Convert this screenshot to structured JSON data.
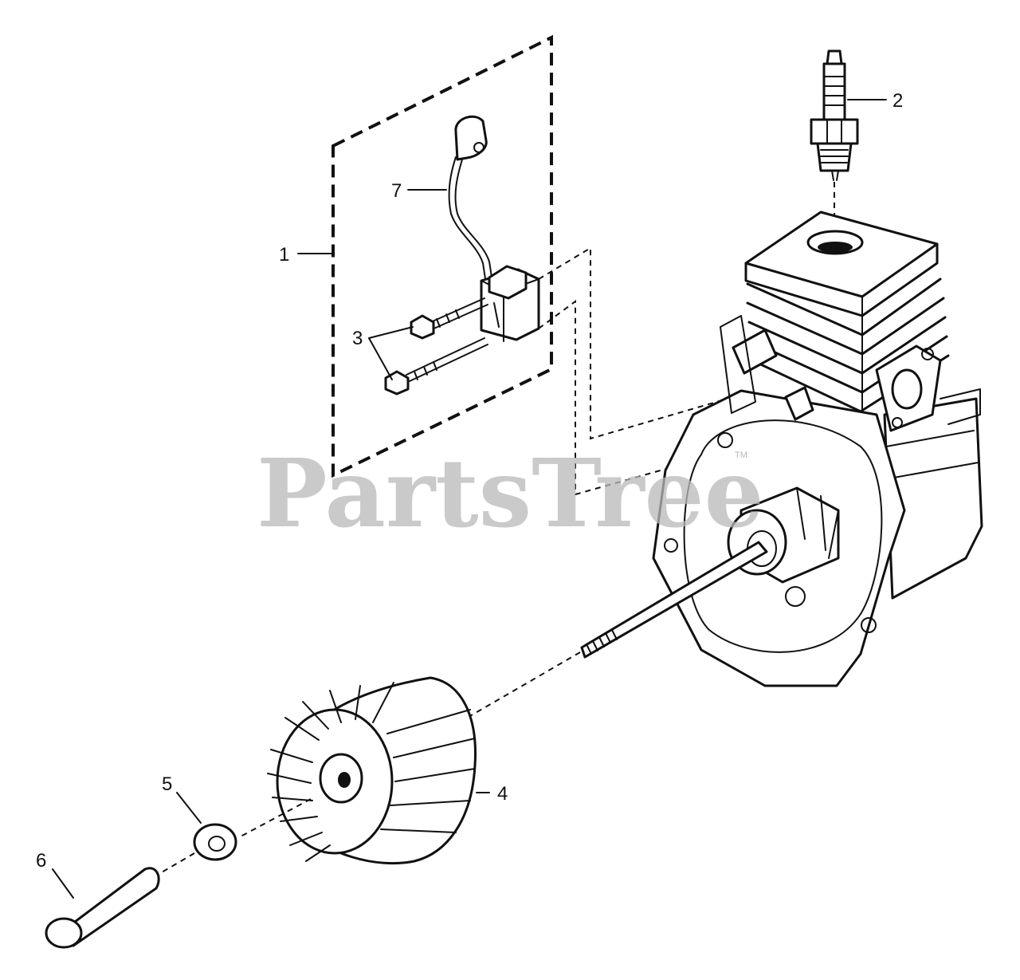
{
  "callouts": [
    {
      "number": "1",
      "part": "ignition-module-assembly"
    },
    {
      "number": "2",
      "part": "spark-plug"
    },
    {
      "number": "3",
      "part": "screws"
    },
    {
      "number": "4",
      "part": "flywheel"
    },
    {
      "number": "5",
      "part": "washer"
    },
    {
      "number": "6",
      "part": "nut"
    },
    {
      "number": "7",
      "part": "ignition-lead"
    }
  ],
  "watermark": {
    "text": "PartsTree",
    "mark": "TM"
  },
  "colors": {
    "lines": "#111111",
    "watermark": "#b9b9b9",
    "background": "#ffffff"
  }
}
